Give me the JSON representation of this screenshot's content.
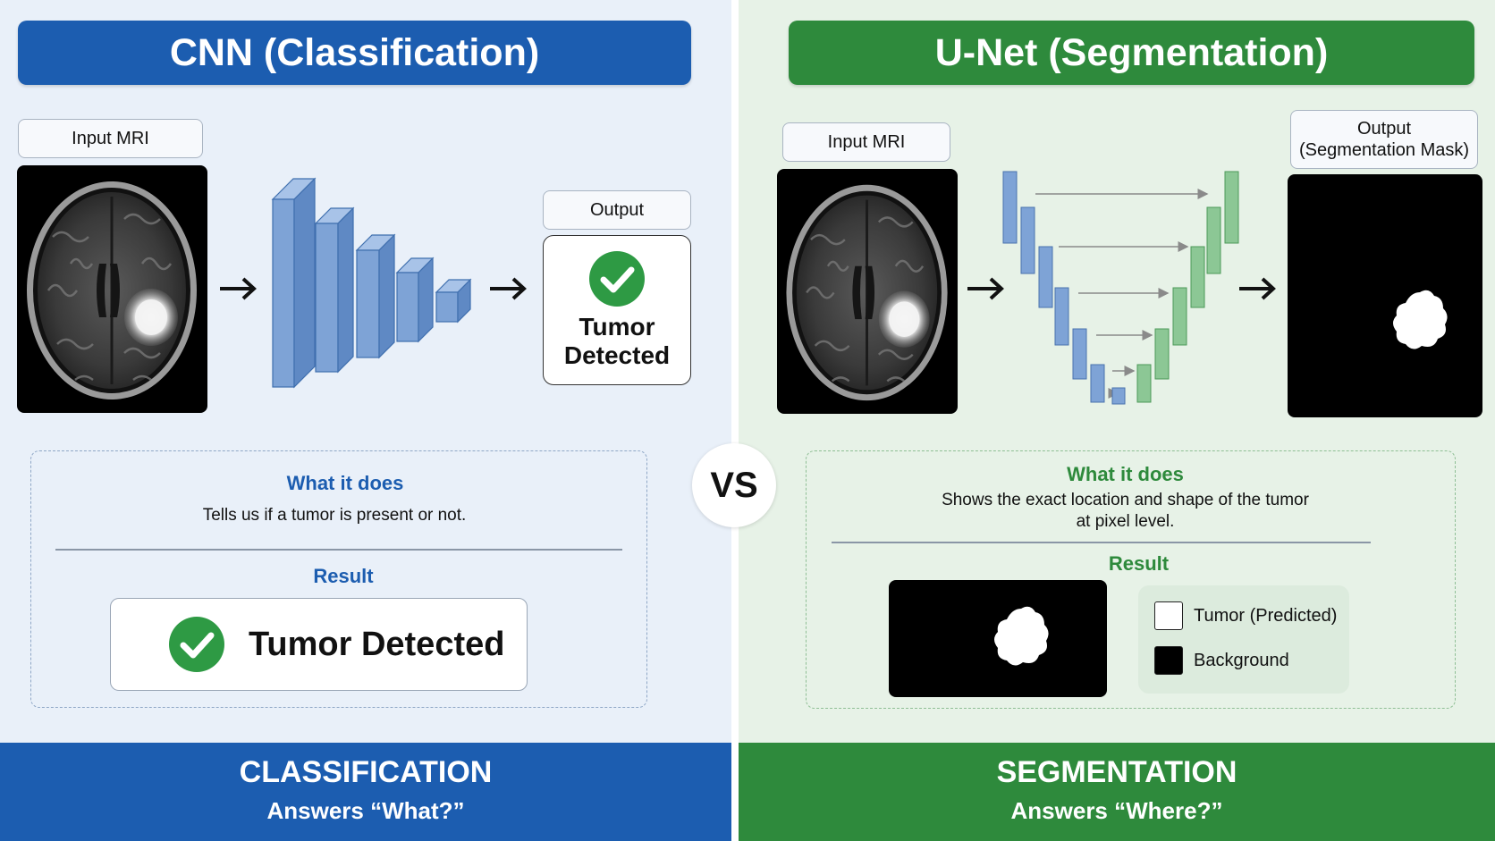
{
  "colors": {
    "blue": "#1c5db0",
    "green": "#2e8a3c",
    "cnn_block": "#7ea3d6",
    "unet_encoder": "#7ea3d6",
    "unet_decoder": "#8cc795"
  },
  "cnn": {
    "title": "CNN (Classification)",
    "input_label": "Input MRI",
    "output_label": "Output",
    "output_text_line1": "Tumor",
    "output_text_line2": "Detected",
    "what_heading": "What it does",
    "what_body": "Tells us if a tumor is present or not.",
    "result_heading": "Result",
    "result_text": "Tumor Detected",
    "bottom_title": "CLASSIFICATION",
    "bottom_sub": "Answers “What?”"
  },
  "vs": "VS",
  "unet": {
    "title": "U-Net (Segmentation)",
    "input_label": "Input MRI",
    "output_label_line1": "Output",
    "output_label_line2": "(Segmentation Mask)",
    "what_heading": "What it does",
    "what_body_line1": "Shows the exact location and shape of the tumor",
    "what_body_line2": "at pixel level.",
    "result_heading": "Result",
    "legend": [
      {
        "label": "Tumor (Predicted)",
        "swatch": "#ffffff"
      },
      {
        "label": "Background",
        "swatch": "#000000"
      }
    ],
    "bottom_title": "SEGMENTATION",
    "bottom_sub": "Answers “Where?”"
  }
}
